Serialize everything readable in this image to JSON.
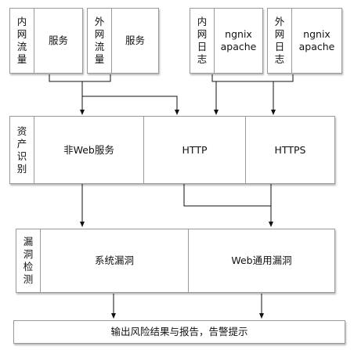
{
  "sources": [
    {
      "label": "内\n网\n流\n量",
      "content": "服务"
    },
    {
      "label": "外\n网\n流\n量",
      "content": "服务"
    },
    {
      "label": "内\n网\n日\n志",
      "content": "ngnix\napache"
    },
    {
      "label": "外\n网\n日\n志",
      "content": "ngnix\napache"
    }
  ],
  "asset_identification": {
    "label": "资\n产\n识\n别",
    "items": [
      "非Web服务",
      "HTTP",
      "HTTPS"
    ]
  },
  "vulnerability_detection": {
    "label": "漏\n洞\n检\n测",
    "items": [
      "系统漏洞",
      "Web通用漏洞"
    ]
  },
  "output": {
    "label": "输出风险结果与报告，告警提示"
  }
}
